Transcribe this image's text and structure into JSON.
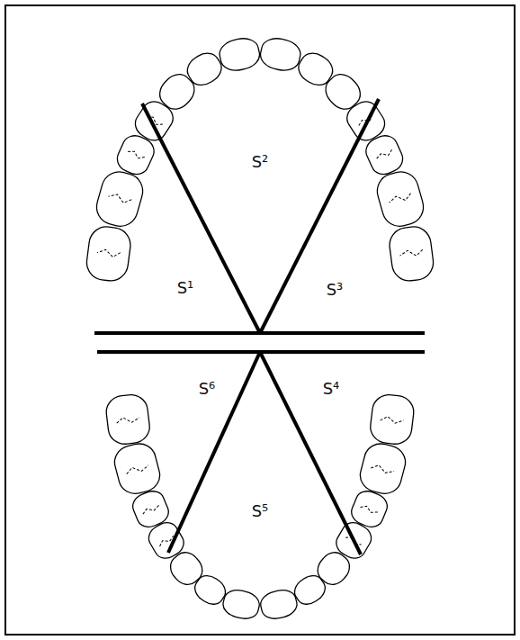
{
  "diagram": {
    "labels": [
      "S²",
      "S¹",
      "S³",
      "S⁶",
      "S⁴",
      "S⁵"
    ]
  }
}
